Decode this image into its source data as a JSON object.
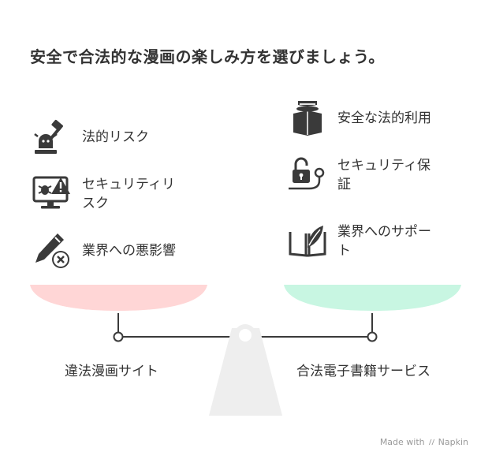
{
  "title": "安全で合法的な漫画の楽しみ方を選びましょう。",
  "left": {
    "items": [
      {
        "label": "法的リスク",
        "icon": "gavel-icon"
      },
      {
        "label": "セキュリティリ\nスク",
        "icon": "virus-warning-monitor-icon"
      },
      {
        "label": "業界への悪影響",
        "icon": "broken-pen-icon"
      }
    ],
    "caption": "違法漫画サイト",
    "pan_color": "#ffd6d6"
  },
  "right": {
    "items": [
      {
        "label": "安全な法的利用",
        "icon": "shield-book-icon"
      },
      {
        "label": "セキュリティ保\n証",
        "icon": "unlocked-padlock-icon"
      },
      {
        "label": "業界へのサポー\nト",
        "icon": "leaf-book-icon"
      }
    ],
    "caption": "合法電子書籍サービス",
    "pan_color": "#c8f6e2"
  },
  "footer": {
    "text": "Made with",
    "brand": "Napkin"
  },
  "colors": {
    "beam": "#3a3a3a",
    "fulcrum": "#eeeeee"
  }
}
